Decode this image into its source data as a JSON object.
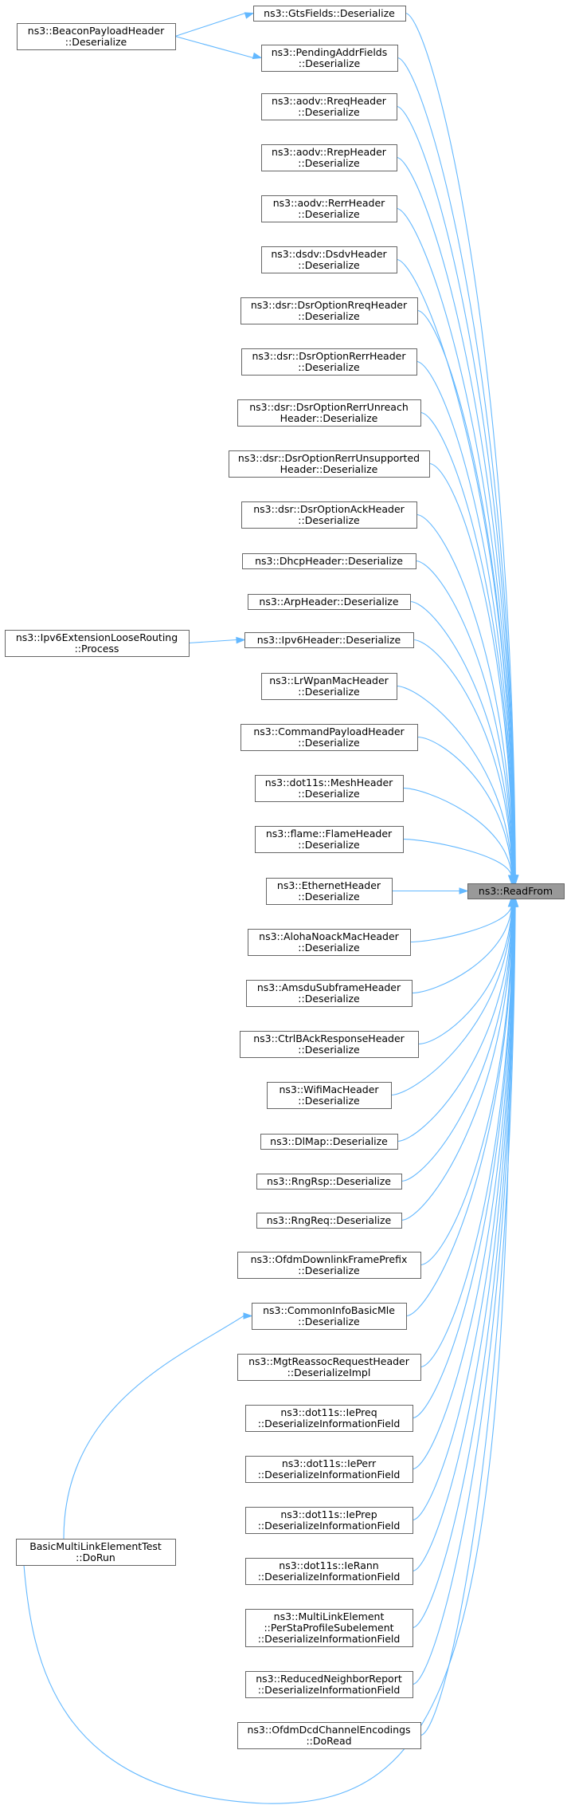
{
  "diagram": {
    "focus": {
      "id": "readfrom",
      "lines": [
        "ns3::ReadFrom"
      ]
    },
    "nodes": [
      {
        "id": "gts",
        "lines": [
          "ns3::GtsFields::Deserialize"
        ]
      },
      {
        "id": "pending",
        "lines": [
          "ns3::PendingAddrFields",
          "::Deserialize"
        ]
      },
      {
        "id": "rreq",
        "lines": [
          "ns3::aodv::RreqHeader",
          "::Deserialize"
        ]
      },
      {
        "id": "rrep",
        "lines": [
          "ns3::aodv::RrepHeader",
          "::Deserialize"
        ]
      },
      {
        "id": "rerr",
        "lines": [
          "ns3::aodv::RerrHeader",
          "::Deserialize"
        ]
      },
      {
        "id": "dsdv",
        "lines": [
          "ns3::dsdv::DsdvHeader",
          "::Deserialize"
        ]
      },
      {
        "id": "dsrrreq",
        "lines": [
          "ns3::dsr::DsrOptionRreqHeader",
          "::Deserialize"
        ]
      },
      {
        "id": "dsrrerr",
        "lines": [
          "ns3::dsr::DsrOptionRerrHeader",
          "::Deserialize"
        ]
      },
      {
        "id": "dsrunreach",
        "lines": [
          "ns3::dsr::DsrOptionRerrUnreach",
          "Header::Deserialize"
        ]
      },
      {
        "id": "dsrunsupp",
        "lines": [
          "ns3::dsr::DsrOptionRerrUnsupported",
          "Header::Deserialize"
        ]
      },
      {
        "id": "dsrack",
        "lines": [
          "ns3::dsr::DsrOptionAckHeader",
          "::Deserialize"
        ]
      },
      {
        "id": "dhcp",
        "lines": [
          "ns3::DhcpHeader::Deserialize"
        ]
      },
      {
        "id": "arp",
        "lines": [
          "ns3::ArpHeader::Deserialize"
        ]
      },
      {
        "id": "ipv6",
        "lines": [
          "ns3::Ipv6Header::Deserialize"
        ]
      },
      {
        "id": "lrwpan",
        "lines": [
          "ns3::LrWpanMacHeader",
          "::Deserialize"
        ]
      },
      {
        "id": "cmdpayload",
        "lines": [
          "ns3::CommandPayloadHeader",
          "::Deserialize"
        ]
      },
      {
        "id": "mesh",
        "lines": [
          "ns3::dot11s::MeshHeader",
          "::Deserialize"
        ]
      },
      {
        "id": "flame",
        "lines": [
          "ns3::flame::FlameHeader",
          "::Deserialize"
        ]
      },
      {
        "id": "ethernet",
        "lines": [
          "ns3::EthernetHeader",
          "::Deserialize"
        ]
      },
      {
        "id": "aloha",
        "lines": [
          "ns3::AlohaNoackMacHeader",
          "::Deserialize"
        ]
      },
      {
        "id": "amsdu",
        "lines": [
          "ns3::AmsduSubframeHeader",
          "::Deserialize"
        ]
      },
      {
        "id": "ctrlback",
        "lines": [
          "ns3::CtrlBAckResponseHeader",
          "::Deserialize"
        ]
      },
      {
        "id": "wifimac",
        "lines": [
          "ns3::WifiMacHeader",
          "::Deserialize"
        ]
      },
      {
        "id": "dlmap",
        "lines": [
          "ns3::DlMap::Deserialize"
        ]
      },
      {
        "id": "rngrsp",
        "lines": [
          "ns3::RngRsp::Deserialize"
        ]
      },
      {
        "id": "rngreq",
        "lines": [
          "ns3::RngReq::Deserialize"
        ]
      },
      {
        "id": "ofdmprefix",
        "lines": [
          "ns3::OfdmDownlinkFramePrefix",
          "::Deserialize"
        ]
      },
      {
        "id": "commoninfo",
        "lines": [
          "ns3::CommonInfoBasicMle",
          "::Deserialize"
        ]
      },
      {
        "id": "mgtreassoc",
        "lines": [
          "ns3::MgtReassocRequestHeader",
          "::DeserializeImpl"
        ]
      },
      {
        "id": "iepreq",
        "lines": [
          "ns3::dot11s::IePreq",
          "::DeserializeInformationField"
        ]
      },
      {
        "id": "ieperr",
        "lines": [
          "ns3::dot11s::IePerr",
          "::DeserializeInformationField"
        ]
      },
      {
        "id": "ieprep",
        "lines": [
          "ns3::dot11s::IePrep",
          "::DeserializeInformationField"
        ]
      },
      {
        "id": "ierann",
        "lines": [
          "ns3::dot11s::IeRann",
          "::DeserializeInformationField"
        ]
      },
      {
        "id": "multilink",
        "lines": [
          "ns3::MultiLinkElement",
          "::PerStaProfileSubelement",
          "::DeserializeInformationField"
        ]
      },
      {
        "id": "reducedneighbor",
        "lines": [
          "ns3::ReducedNeighborReport",
          "::DeserializeInformationField"
        ]
      },
      {
        "id": "ofdmdcd",
        "lines": [
          "ns3::OfdmDcdChannelEncodings",
          "::DoRead"
        ]
      },
      {
        "id": "beacon",
        "lines": [
          "ns3::BeaconPayloadHeader",
          "::Deserialize"
        ]
      },
      {
        "id": "ipv6ext",
        "lines": [
          "ns3::Ipv6ExtensionLooseRouting",
          "::Process"
        ]
      },
      {
        "id": "basicmlet",
        "lines": [
          "BasicMultiLinkElementTest",
          "::DoRun"
        ]
      }
    ],
    "edges": [
      {
        "from": "beacon",
        "to": "gts"
      },
      {
        "from": "beacon",
        "to": "pending"
      },
      {
        "from": "ipv6ext",
        "to": "ipv6"
      },
      {
        "from": "basicmlet",
        "to": "commoninfo"
      },
      {
        "from": "basicmlet",
        "to": "readfrom"
      }
    ]
  }
}
